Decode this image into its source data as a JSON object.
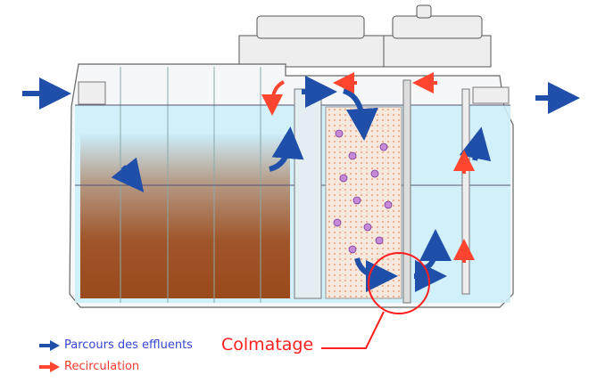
{
  "legend": {
    "effluents_label": "Parcours des effluents",
    "recirculation_label": "Recirculation"
  },
  "callout": {
    "label": "Colmatage"
  },
  "colors": {
    "effluent_arrow": "#1f4fa8",
    "recirculation_arrow": "#ff4530",
    "water": "#cdeefa",
    "sludge": "#9a4a1c",
    "callout": "#ff1f1f"
  }
}
